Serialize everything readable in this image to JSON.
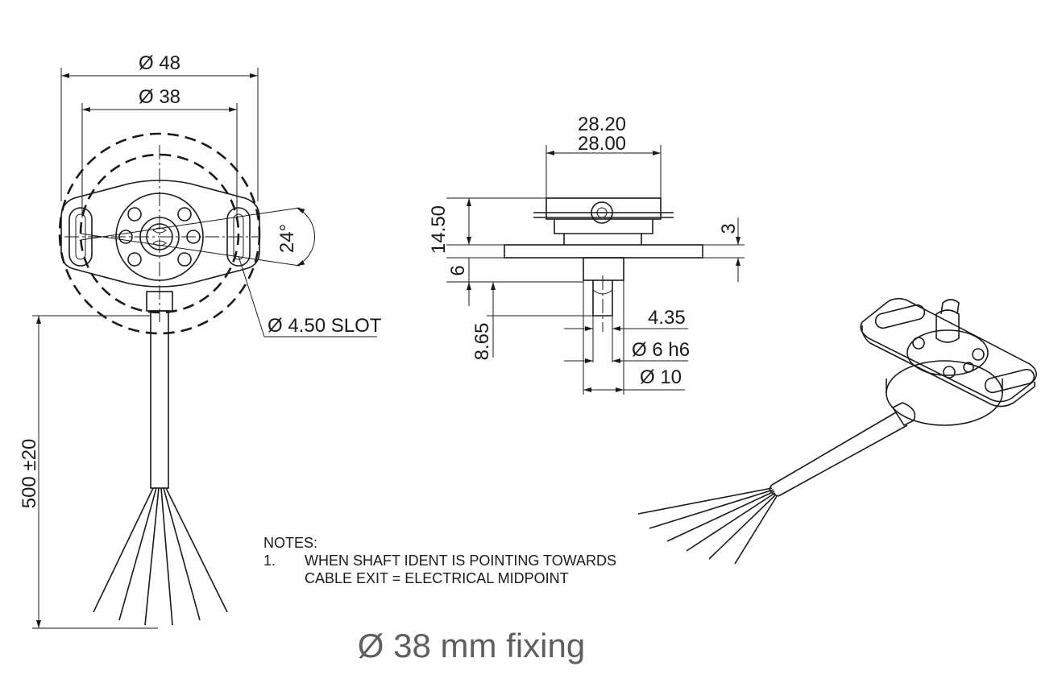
{
  "dimensions": {
    "d48": "Ø 48",
    "d38": "Ø 38",
    "angle": "24°",
    "slot": "Ø 4.50 SLOT",
    "cable_len": "500 ±20",
    "w1": "28.20",
    "w2": "28.00",
    "h1": "14.50",
    "h2": "3",
    "h3": "6",
    "h4": "8.65",
    "s1": "4.35",
    "s2": "Ø 6 h6",
    "s3": "Ø 10"
  },
  "notes": {
    "title": "NOTES:",
    "item_number": "1.",
    "line1": "WHEN SHAFT IDENT IS POINTING TOWARDS",
    "line2": "CABLE EXIT = ELECTRICAL MIDPOINT"
  },
  "caption": "Ø 38 mm fixing"
}
